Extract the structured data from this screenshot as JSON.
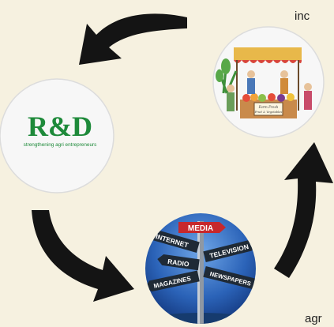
{
  "fragments": {
    "top_right": "inc",
    "bottom_right": "agr"
  },
  "logo": {
    "title": "R&D",
    "tagline": "strengthening agri entrepreneurs",
    "color": "#1e8a3a"
  },
  "market_sign": {
    "line1": "Farm Fresh",
    "line2": "Fruit & Vegetables"
  },
  "media_signs": {
    "top": "MEDIA",
    "internet": "INTERNET",
    "television": "TELEVISION",
    "radio": "RADIO",
    "magazines": "MAGAZINES",
    "newspapers": "NEWSPAPERS"
  },
  "colors": {
    "background": "#f6f1e0",
    "arrow": "#141414",
    "circle_fill": "#f7f7f7",
    "media_sky": "#1f4f9c"
  }
}
